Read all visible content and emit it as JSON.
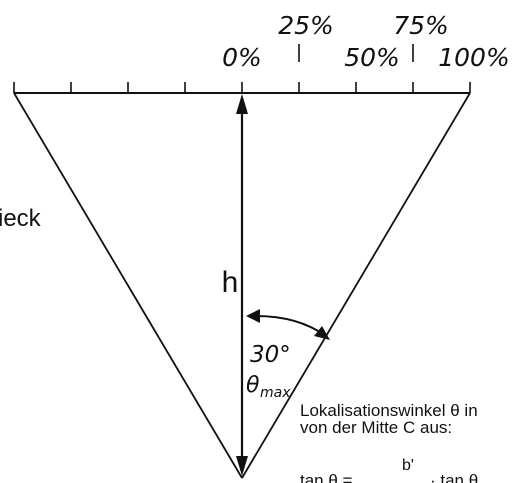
{
  "scale": {
    "labels_lower": [
      "0%",
      "50%",
      "100%"
    ],
    "labels_upper": [
      "25%",
      "75%"
    ]
  },
  "side_label": "ieck",
  "height_label": "h",
  "angle": {
    "value": "30°",
    "symbol": "θ",
    "subscript": "max"
  },
  "caption": {
    "line1": "Lokalisationswinkel θ in",
    "line2": "von der Mitte C aus:",
    "line3_prefix": "tan θ =",
    "line3_superscript": "b'",
    "line3_suffix": "· tan θ"
  },
  "colors": {
    "ink": "#111111"
  }
}
